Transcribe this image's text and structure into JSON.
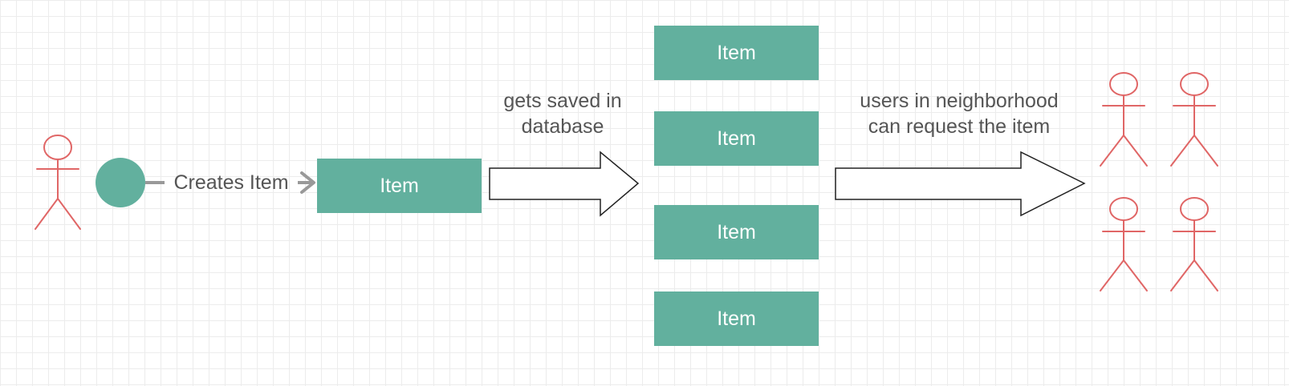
{
  "diagram": {
    "colors": {
      "item_fill": "#62b09e",
      "actor_stroke": "#e06666",
      "connector": "#999999",
      "arrow_stroke": "#222222",
      "text": "#555555",
      "grid": "#ececec"
    },
    "creator": {
      "actor_icon": "stick-figure-icon",
      "interface_icon": "lollipop-circle-icon",
      "edge_label": "Creates Item"
    },
    "created_item": {
      "label": "Item"
    },
    "save_step": {
      "label_line1": "gets saved in",
      "label_line2": "database"
    },
    "database_items": [
      {
        "label": "Item"
      },
      {
        "label": "Item"
      },
      {
        "label": "Item"
      },
      {
        "label": "Item"
      }
    ],
    "request_step": {
      "label_line1": "users in neighborhood",
      "label_line2": "can request the item"
    },
    "neighbors": {
      "actor_icon": "stick-figure-icon",
      "count": 4
    }
  }
}
